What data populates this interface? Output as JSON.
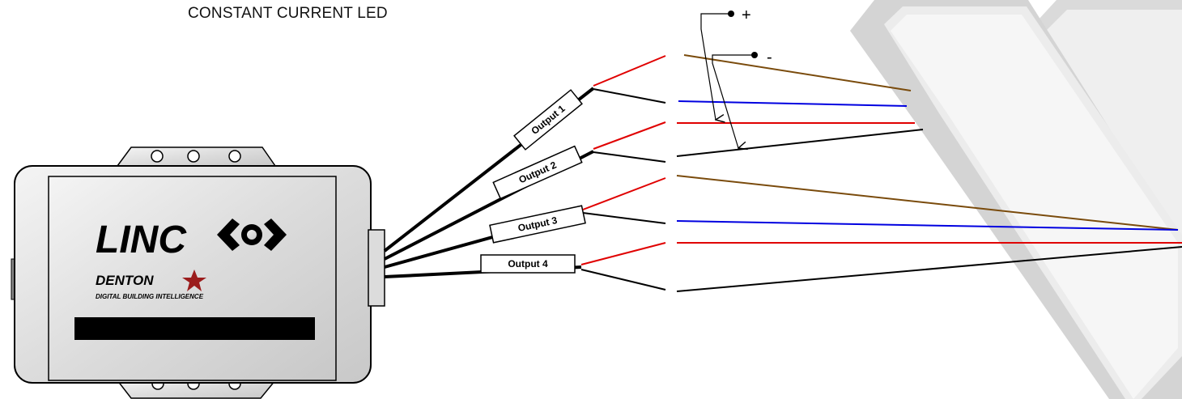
{
  "title": "CONSTANT CURRENT LED",
  "device": {
    "brand": "LINC",
    "maker": "DENTON",
    "tagline": "DIGITAL BUILDING INTELLIGENCE"
  },
  "outputs": [
    "Output 1",
    "Output 2",
    "Output 3",
    "Output 4"
  ],
  "power": {
    "positive": "+",
    "negative": "-"
  },
  "colors": {
    "positive_wire": "#e00000",
    "negative_wire": "#000000",
    "brown_wire": "#7a4b0c",
    "blue_wire": "#0000e0",
    "star": "#9b1c1c"
  }
}
